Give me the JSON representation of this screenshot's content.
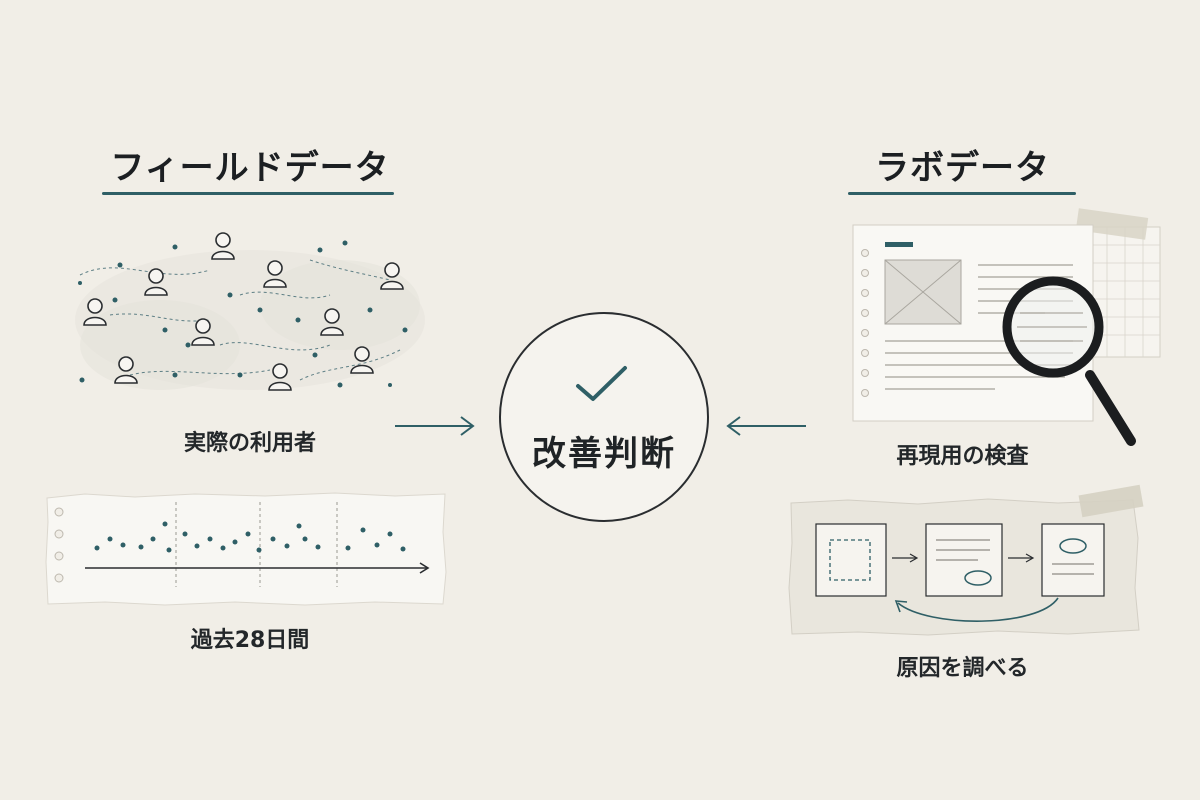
{
  "field": {
    "heading": "フィールドデータ",
    "users_caption": "実際の利用者",
    "period_caption": "過去28日間"
  },
  "lab": {
    "heading": "ラボデータ",
    "inspection_caption": "再現用の検査",
    "cause_caption": "原因を調べる"
  },
  "center": {
    "label": "改善判断"
  },
  "colors": {
    "accent": "#2f5f66",
    "ink": "#2a2d30",
    "background": "#f1eee7"
  },
  "icons": [
    "person-icon",
    "magnifying-glass-icon",
    "check-icon",
    "arrow-right-icon",
    "arrow-left-icon"
  ]
}
